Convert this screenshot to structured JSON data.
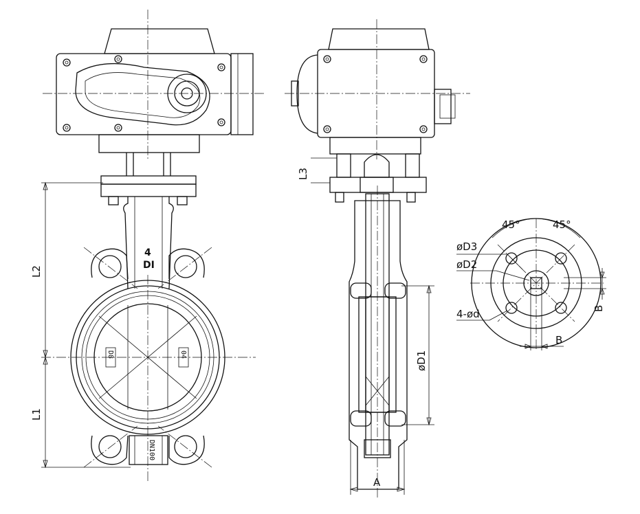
{
  "dimensions": {
    "L3": "L3",
    "L2": "L2",
    "L1": "L1",
    "A": "A",
    "D1": "øD1",
    "D3": "øD3",
    "D2": "øD2",
    "bolt_holes": "4-ød",
    "B_right": "B",
    "B_bottom": "B",
    "angle_left": "45°",
    "angle_right": "45°"
  },
  "body_markings": {
    "neck_number": "4",
    "neck_text": "DI",
    "disc_left": "D8",
    "disc_right": "04",
    "lower_neck": "DN100"
  }
}
